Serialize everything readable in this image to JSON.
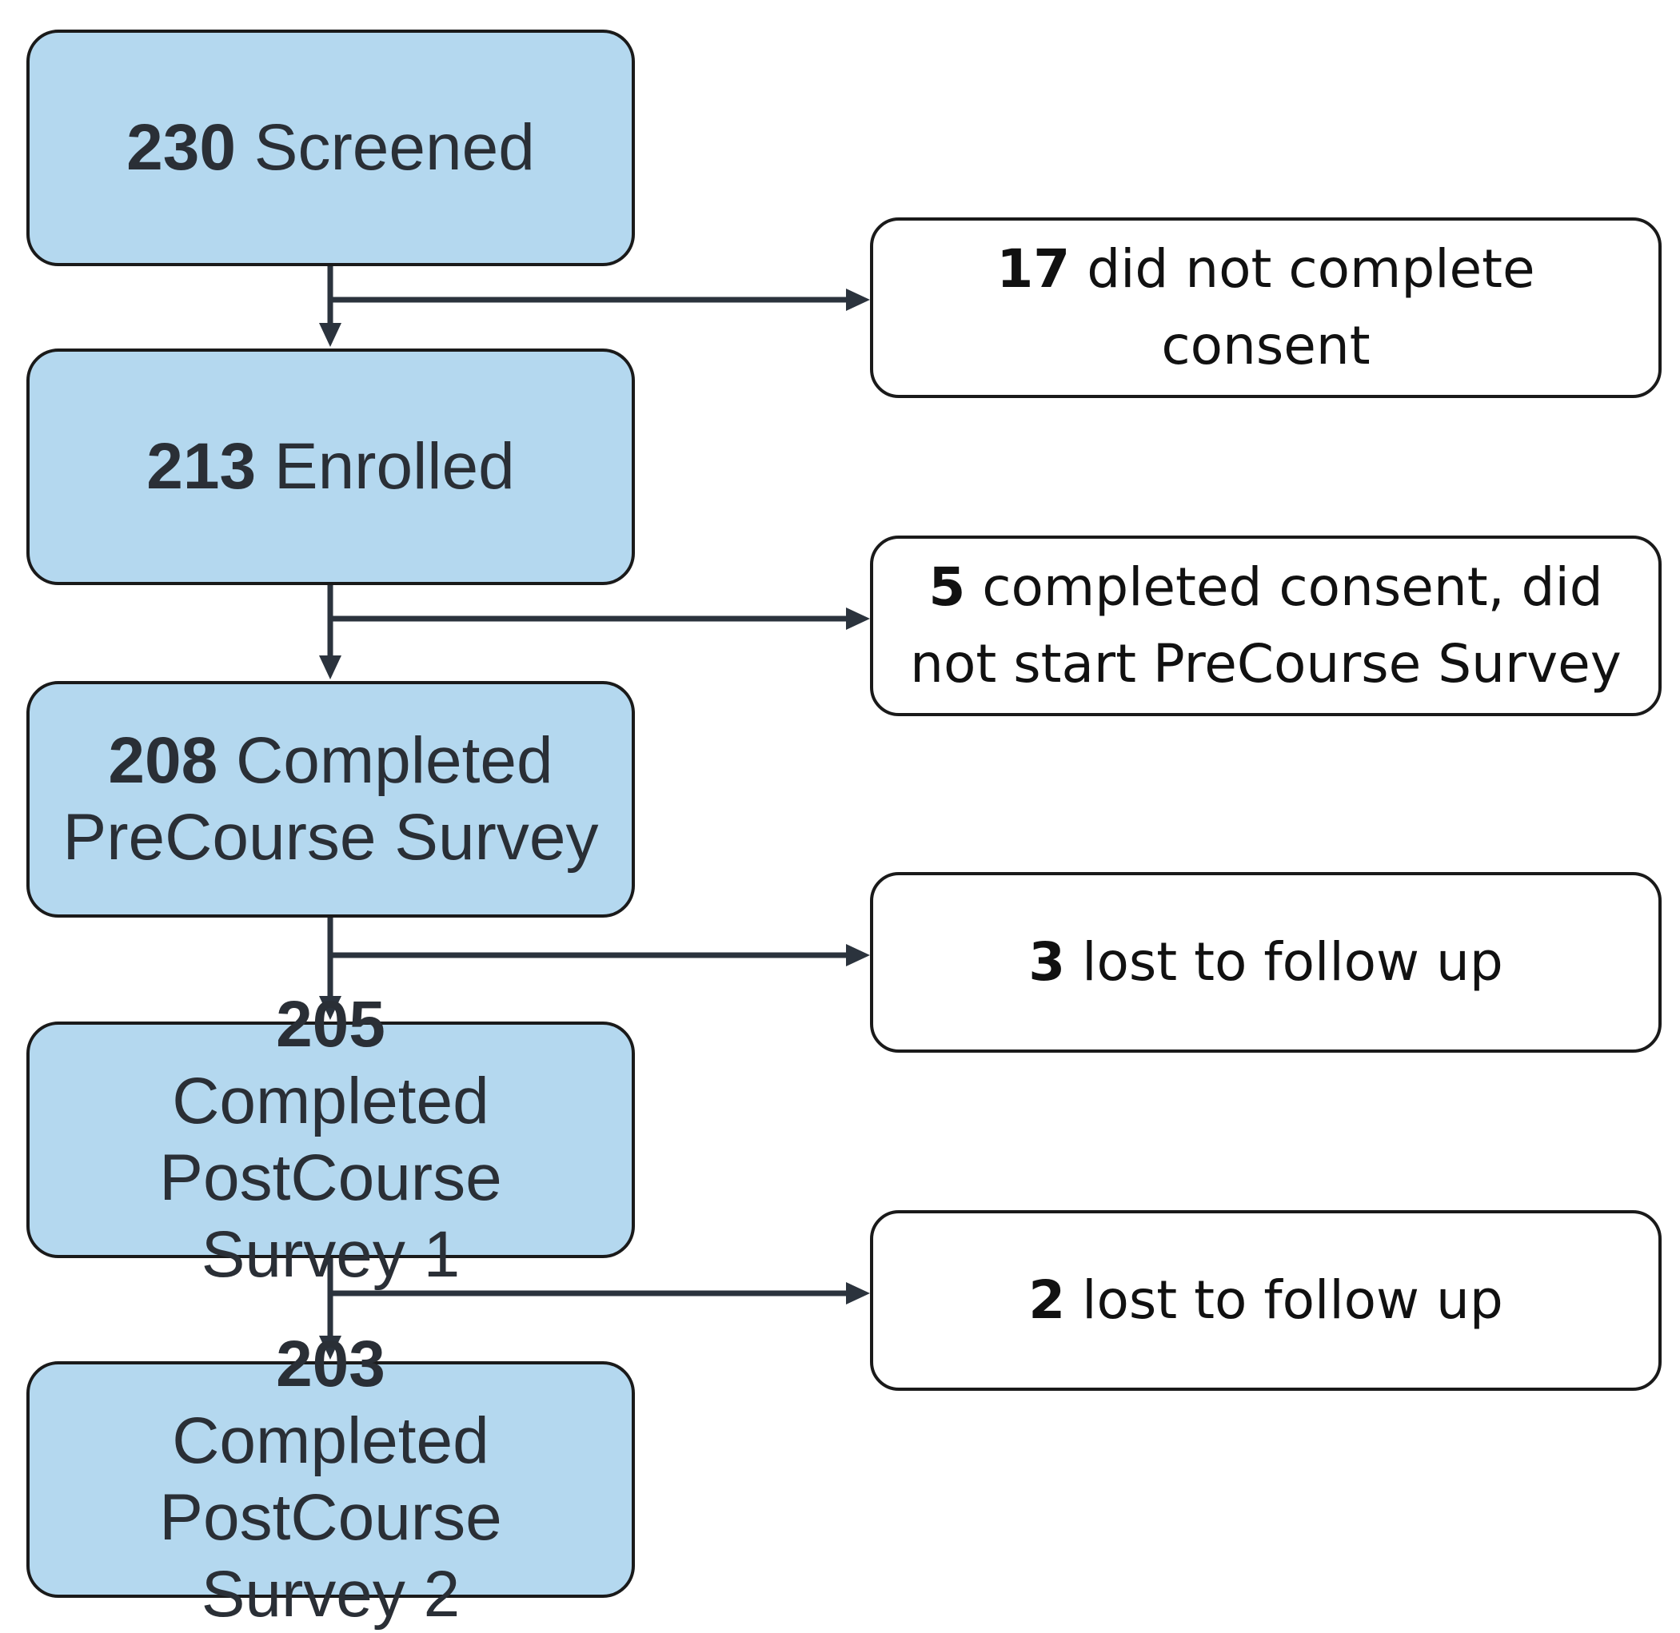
{
  "colors": {
    "main_fill": "#b4d8ef",
    "side_fill": "#ffffff",
    "border": "#1a1a1a",
    "connector": "#2b333d"
  },
  "steps": [
    {
      "count": "230",
      "label": "Screened"
    },
    {
      "count": "213",
      "label": "Enrolled"
    },
    {
      "count": "208",
      "label": "Completed PreCourse Survey"
    },
    {
      "count": "205",
      "label": "Completed PostCourse Survey 1"
    },
    {
      "count": "203",
      "label": "Completed PostCourse Survey 2"
    }
  ],
  "exclusions": [
    {
      "count": "17",
      "label": "did not complete consent"
    },
    {
      "count": "5",
      "label": "completed consent, did not start PreCourse Survey"
    },
    {
      "count": "3",
      "label": "lost to follow up"
    },
    {
      "count": "2",
      "label": "lost to follow up"
    }
  ]
}
